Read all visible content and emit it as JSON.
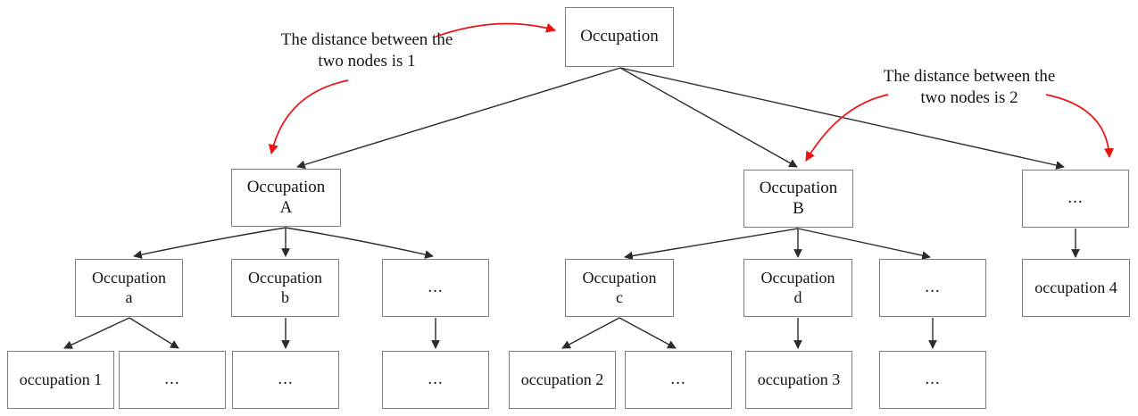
{
  "diagram": {
    "title": "Occupation hierarchy tree",
    "colors": {
      "node_border": "#7f7f7f",
      "node_fill": "#ffffff",
      "edge": "#2b2b2b",
      "annotation_arrow": "#ee1111",
      "text": "#141414"
    },
    "annotations": [
      {
        "id": "annotation-distance-1",
        "text": "The distance between the\ntwo nodes is 1"
      },
      {
        "id": "annotation-distance-2",
        "text": "The distance between the\ntwo nodes is 2"
      }
    ],
    "levels": [
      {
        "level": 0,
        "nodes": [
          {
            "id": "node-occupation-root",
            "label": "Occupation"
          }
        ]
      },
      {
        "level": 1,
        "nodes": [
          {
            "id": "node-occupation-a",
            "label": "Occupation\nA"
          },
          {
            "id": "node-occupation-b",
            "label": "Occupation\nB"
          },
          {
            "id": "node-level1-ellipsis",
            "label": "..."
          }
        ]
      },
      {
        "level": 2,
        "nodes": [
          {
            "id": "node-occupation-lower-a",
            "label": "Occupation\na"
          },
          {
            "id": "node-occupation-lower-b",
            "label": "Occupation\nb"
          },
          {
            "id": "node-level2-ellipsis-1",
            "label": "..."
          },
          {
            "id": "node-occupation-lower-c",
            "label": "Occupation\nc"
          },
          {
            "id": "node-occupation-lower-d",
            "label": "Occupation\nd"
          },
          {
            "id": "node-level2-ellipsis-2",
            "label": "..."
          },
          {
            "id": "node-occupation-4",
            "label": "occupation 4"
          }
        ]
      },
      {
        "level": 3,
        "nodes": [
          {
            "id": "node-occupation-1",
            "label": "occupation 1"
          },
          {
            "id": "node-level3-ellipsis-1",
            "label": "..."
          },
          {
            "id": "node-level3-ellipsis-2",
            "label": "..."
          },
          {
            "id": "node-level3-ellipsis-3",
            "label": "..."
          },
          {
            "id": "node-occupation-2",
            "label": "occupation 2"
          },
          {
            "id": "node-level3-ellipsis-4",
            "label": "..."
          },
          {
            "id": "node-occupation-3",
            "label": "occupation 3"
          },
          {
            "id": "node-level3-ellipsis-5",
            "label": "..."
          }
        ]
      }
    ]
  }
}
